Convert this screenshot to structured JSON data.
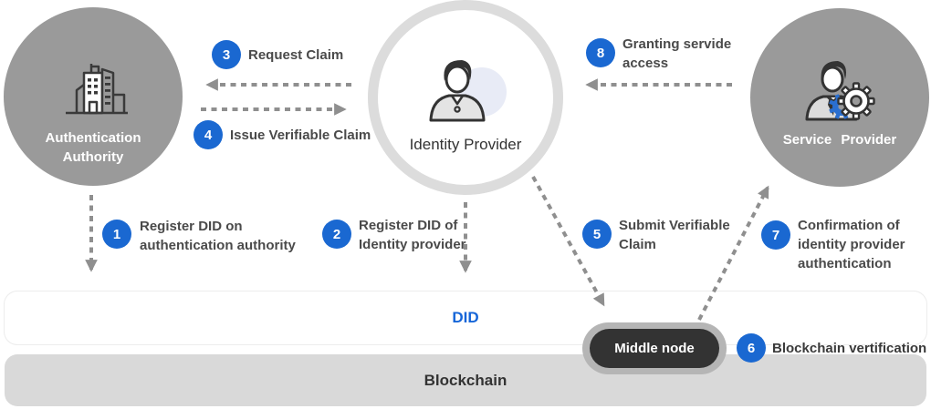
{
  "nodes": {
    "authentication_authority": {
      "label": "Authentication Authority",
      "icon": "building-icon"
    },
    "identity_provider": {
      "label": "Identity Provider",
      "icon": "person-icon"
    },
    "service_provider": {
      "label": "Service Provider",
      "icon": "person-gears-icon"
    },
    "middle_node": {
      "label": "Middle node"
    }
  },
  "layers": {
    "did": {
      "label": "DID"
    },
    "blockchain": {
      "label": "Blockchain"
    }
  },
  "steps": [
    {
      "num": "1",
      "label": "Register DID on authentication authority"
    },
    {
      "num": "2",
      "label": "Register DID of Identity provider"
    },
    {
      "num": "3",
      "label": "Request Claim"
    },
    {
      "num": "4",
      "label": "Issue Verifiable Claim"
    },
    {
      "num": "5",
      "label": "Submit Verifiable Claim"
    },
    {
      "num": "6",
      "label": "Blockchain vertification"
    },
    {
      "num": "7",
      "label": "Confirmation of identity provider authentication"
    },
    {
      "num": "8",
      "label": "Granting servide access"
    }
  ],
  "colors": {
    "badge_blue": "#1a68d1",
    "actor_gray": "#9a9a9a",
    "idp_ring_gray": "#dcdcdc",
    "arrow_gray": "#8f8f8f",
    "blockchain_bar_gray": "#d9d9d9",
    "middle_node_fill": "#333333",
    "middle_node_ring": "#b5b5b5",
    "did_text_blue": "#1565d8",
    "step_text_gray": "#4a4a4a",
    "gear_blue": "#2a6fd0",
    "lavender_accent": "#e8ebf6"
  }
}
